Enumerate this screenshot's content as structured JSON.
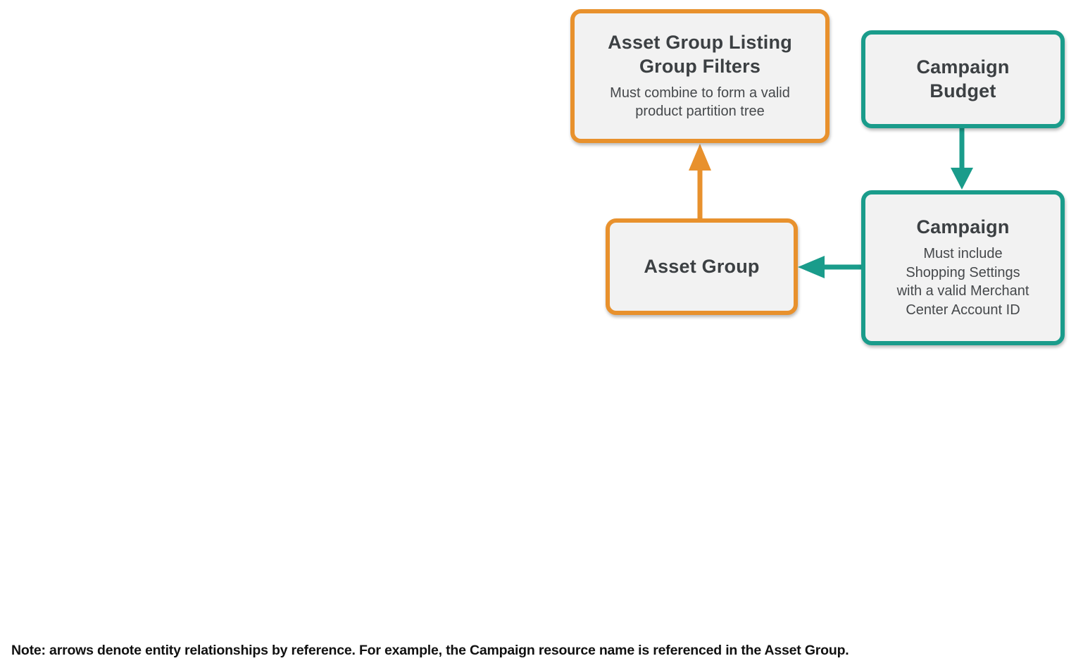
{
  "colors": {
    "orange": "#E8912D",
    "teal": "#1A9C8B",
    "node_fill": "#F2F2F2",
    "title_text": "#3C4043",
    "body_text": "#45484B",
    "note_text": "#111111"
  },
  "diagram": {
    "nodes": {
      "listing_filters": {
        "title": "Asset Group Listing Group Filters",
        "subtitle": "Must combine to form a valid product partition tree",
        "accent": "orange"
      },
      "campaign_budget": {
        "title": "Campaign Budget",
        "accent": "teal"
      },
      "asset_group": {
        "title": "Asset Group",
        "accent": "orange"
      },
      "campaign": {
        "title": "Campaign",
        "subtitle": "Must include Shopping Settings with a valid Merchant Center Account ID",
        "accent": "teal"
      }
    },
    "edges": [
      {
        "from": "Asset Group",
        "to": "Asset Group Listing Group Filters",
        "color": "orange",
        "direction": "up"
      },
      {
        "from": "Campaign Budget",
        "to": "Campaign",
        "color": "teal",
        "direction": "down"
      },
      {
        "from": "Campaign",
        "to": "Asset Group",
        "color": "teal",
        "direction": "left"
      }
    ]
  },
  "note": "Note: arrows denote entity relationships by reference. For example, the Campaign resource name is referenced in the Asset Group."
}
